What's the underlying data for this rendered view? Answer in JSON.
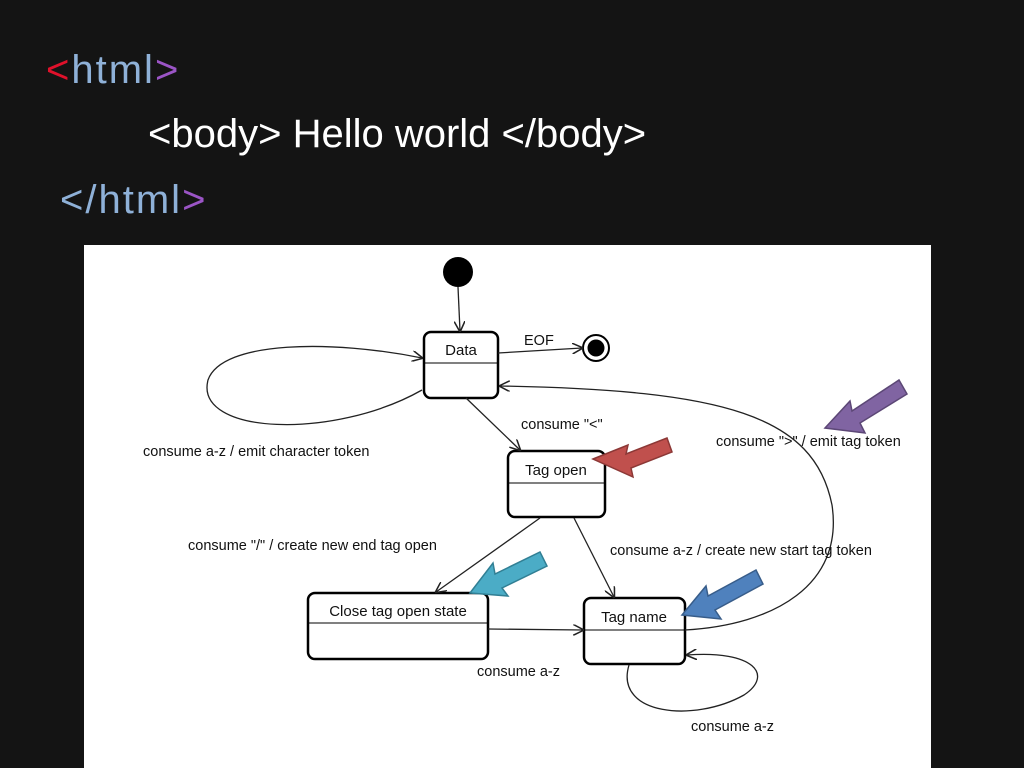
{
  "code": {
    "html_open": {
      "lt": "<",
      "name": "html",
      "gt": ">"
    },
    "body_line": "<body> Hello world </body>",
    "html_close": {
      "lt_slash": "</",
      "name": "html",
      "gt": ">"
    }
  },
  "diagram": {
    "states": {
      "data": "Data",
      "tag_open": "Tag open",
      "close_tag_open": "Close tag open state",
      "tag_name": "Tag name"
    },
    "transitions": {
      "eof": "EOF",
      "consume_lt": "consume \"<\"",
      "data_loop": "consume a-z / emit character token",
      "emit_tag": "consume \">\" / emit tag token",
      "end_tag": "consume \"/\" / create new end tag open",
      "start_tag": "consume a-z / create new start tag token",
      "close_to_name": "consume a-z",
      "name_loop": "consume a-z"
    },
    "colors": {
      "arrow_red": "#c0504d",
      "arrow_teal": "#4bacc6",
      "arrow_blue": "#4f81bd",
      "arrow_purple": "#8064a2"
    }
  }
}
